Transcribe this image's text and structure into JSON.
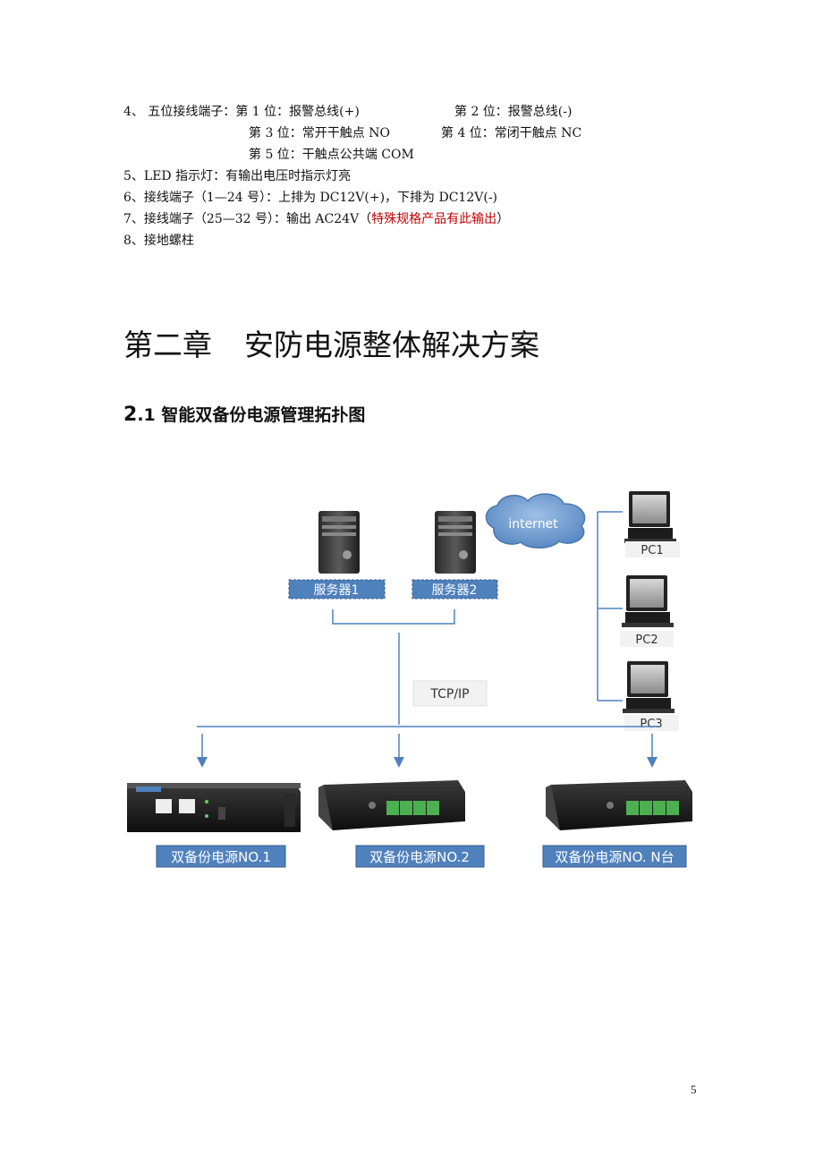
{
  "list": {
    "item4": {
      "prefix": "4、 五位接线端子：第 1 位：报警总线(+)",
      "col2": "第 2 位：报警总线(-)",
      "row2_col1": "第 3 位：常开干触点 NO",
      "row2_col2": "第 4 位：常闭干触点 NC",
      "row3_col1": "第 5 位：干触点公共端 COM"
    },
    "item5": "5、LED 指示灯：有输出电压时指示灯亮",
    "item6": "6、接线端子（1—24 号）：上排为 DC12V(+)，下排为 DC12V(-)",
    "item7_main": "7、接线端子（25—32 号）：输出 AC24V（",
    "item7_red": "特殊规格产品有此输出",
    "item7_close": "）",
    "item8": "8、接地螺柱"
  },
  "chapter": {
    "number": "第二章",
    "title": "安防电源整体解决方案"
  },
  "section": {
    "number_big": "2",
    "number_small": ".1",
    "title": "智能双备份电源管理拓扑图"
  },
  "diagram": {
    "cloud_label": "internet",
    "server1_label": "服务器1",
    "server2_label": "服务器2",
    "protocol_label": "TCP/IP",
    "pc1_label": "PC1",
    "pc2_label": "PC2",
    "pc3_label": "PC3",
    "psu1_label": "双备份电源NO.1",
    "psu2_label": "双备份电源NO.2",
    "psu3_label": "双备份电源NO. N台",
    "label_fill": "#4f81bd",
    "label_border": "#385d8a",
    "line_color": "#4f81bd"
  },
  "page_number": "5"
}
